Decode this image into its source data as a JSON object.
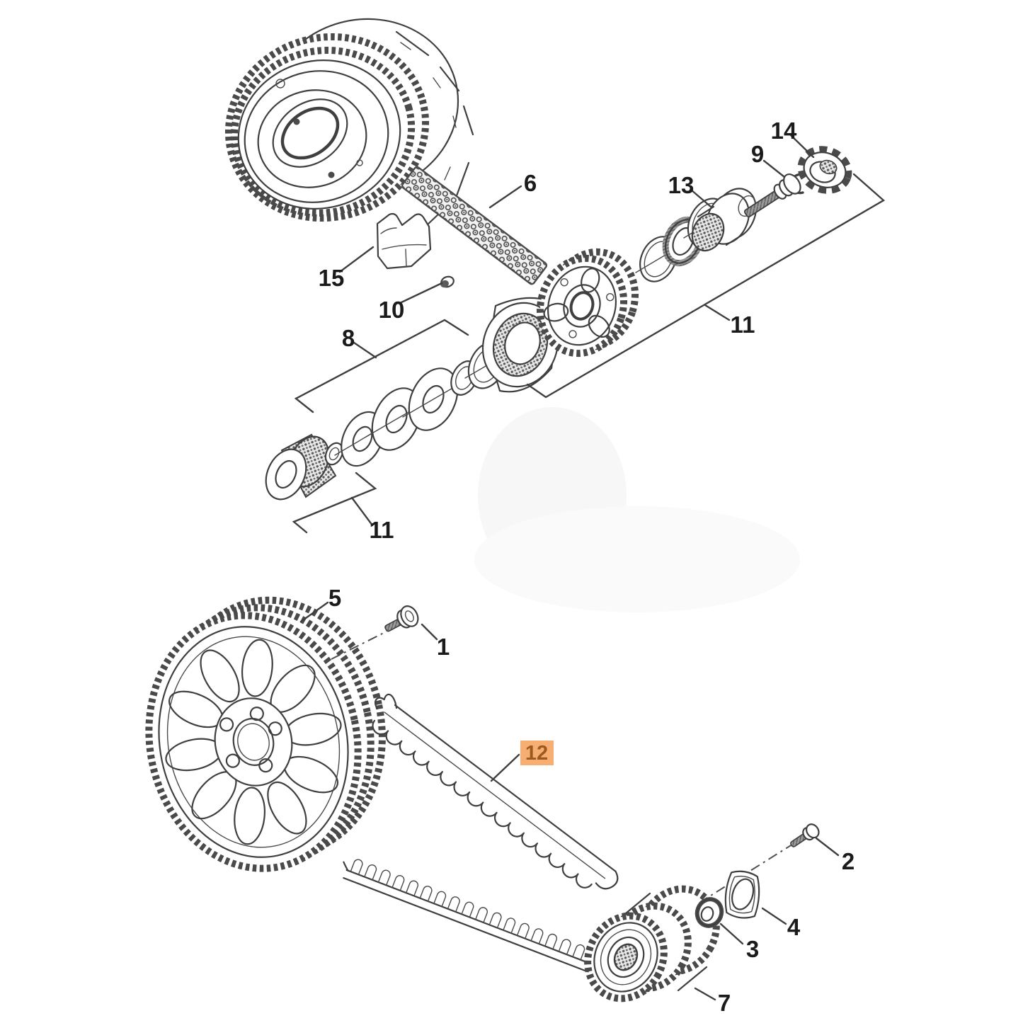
{
  "diagram": {
    "type": "exploded-parts-diagram",
    "background": "#ffffff",
    "line_color": "#3f3f3f",
    "label_color": "#1b1b1b",
    "highlight": {
      "bg": "#F7AE73",
      "text": "#9E5A1E"
    },
    "highlighted_callout": "12",
    "callouts": {
      "c1": "1",
      "c2": "2",
      "c3": "3",
      "c4": "4",
      "c5": "5",
      "c6": "6",
      "c7": "7",
      "c8": "8",
      "c9": "9",
      "c10": "10",
      "c11_upper": "11",
      "c11_lower": "11",
      "c12": "12",
      "c13": "13",
      "c14": "14",
      "c15": "15"
    }
  }
}
